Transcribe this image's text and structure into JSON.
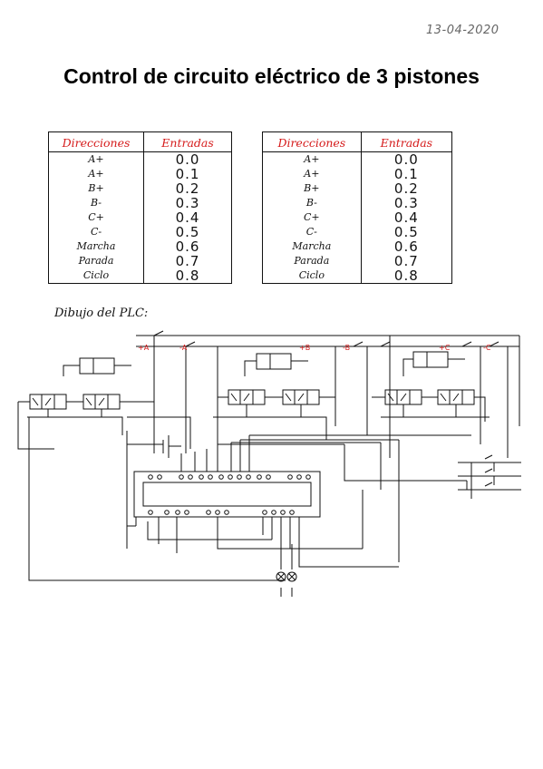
{
  "date": "13-04-2020",
  "title": "Control de circuito eléctrico de 3 pistones",
  "tables": [
    {
      "headers": [
        "Direcciones",
        "Entradas"
      ],
      "rows": [
        [
          "A+",
          "0.0"
        ],
        [
          "A+",
          "0.1"
        ],
        [
          "B+",
          "0.2"
        ],
        [
          "B-",
          "0.3"
        ],
        [
          "C+",
          "0.4"
        ],
        [
          "C-",
          "0.5"
        ],
        [
          "Marcha",
          "0.6"
        ],
        [
          "Parada",
          "0.7"
        ],
        [
          "Ciclo",
          "0.8"
        ]
      ]
    },
    {
      "headers": [
        "Direcciones",
        "Entradas"
      ],
      "rows": [
        [
          "A+",
          "0.0"
        ],
        [
          "A+",
          "0.1"
        ],
        [
          "B+",
          "0.2"
        ],
        [
          "B-",
          "0.3"
        ],
        [
          "C+",
          "0.4"
        ],
        [
          "C-",
          "0.5"
        ],
        [
          "Marcha",
          "0.6"
        ],
        [
          "Parada",
          "0.7"
        ],
        [
          "Ciclo",
          "0.8"
        ]
      ]
    }
  ],
  "plc_label": "Dibujo del PLC:",
  "sensor_labels": [
    "+A",
    "-A",
    "+B",
    "-B",
    "+C",
    "-C"
  ],
  "colors": {
    "header_text": "#d51a1a",
    "sensor_label": "#d51a1a",
    "ink": "#111111"
  }
}
